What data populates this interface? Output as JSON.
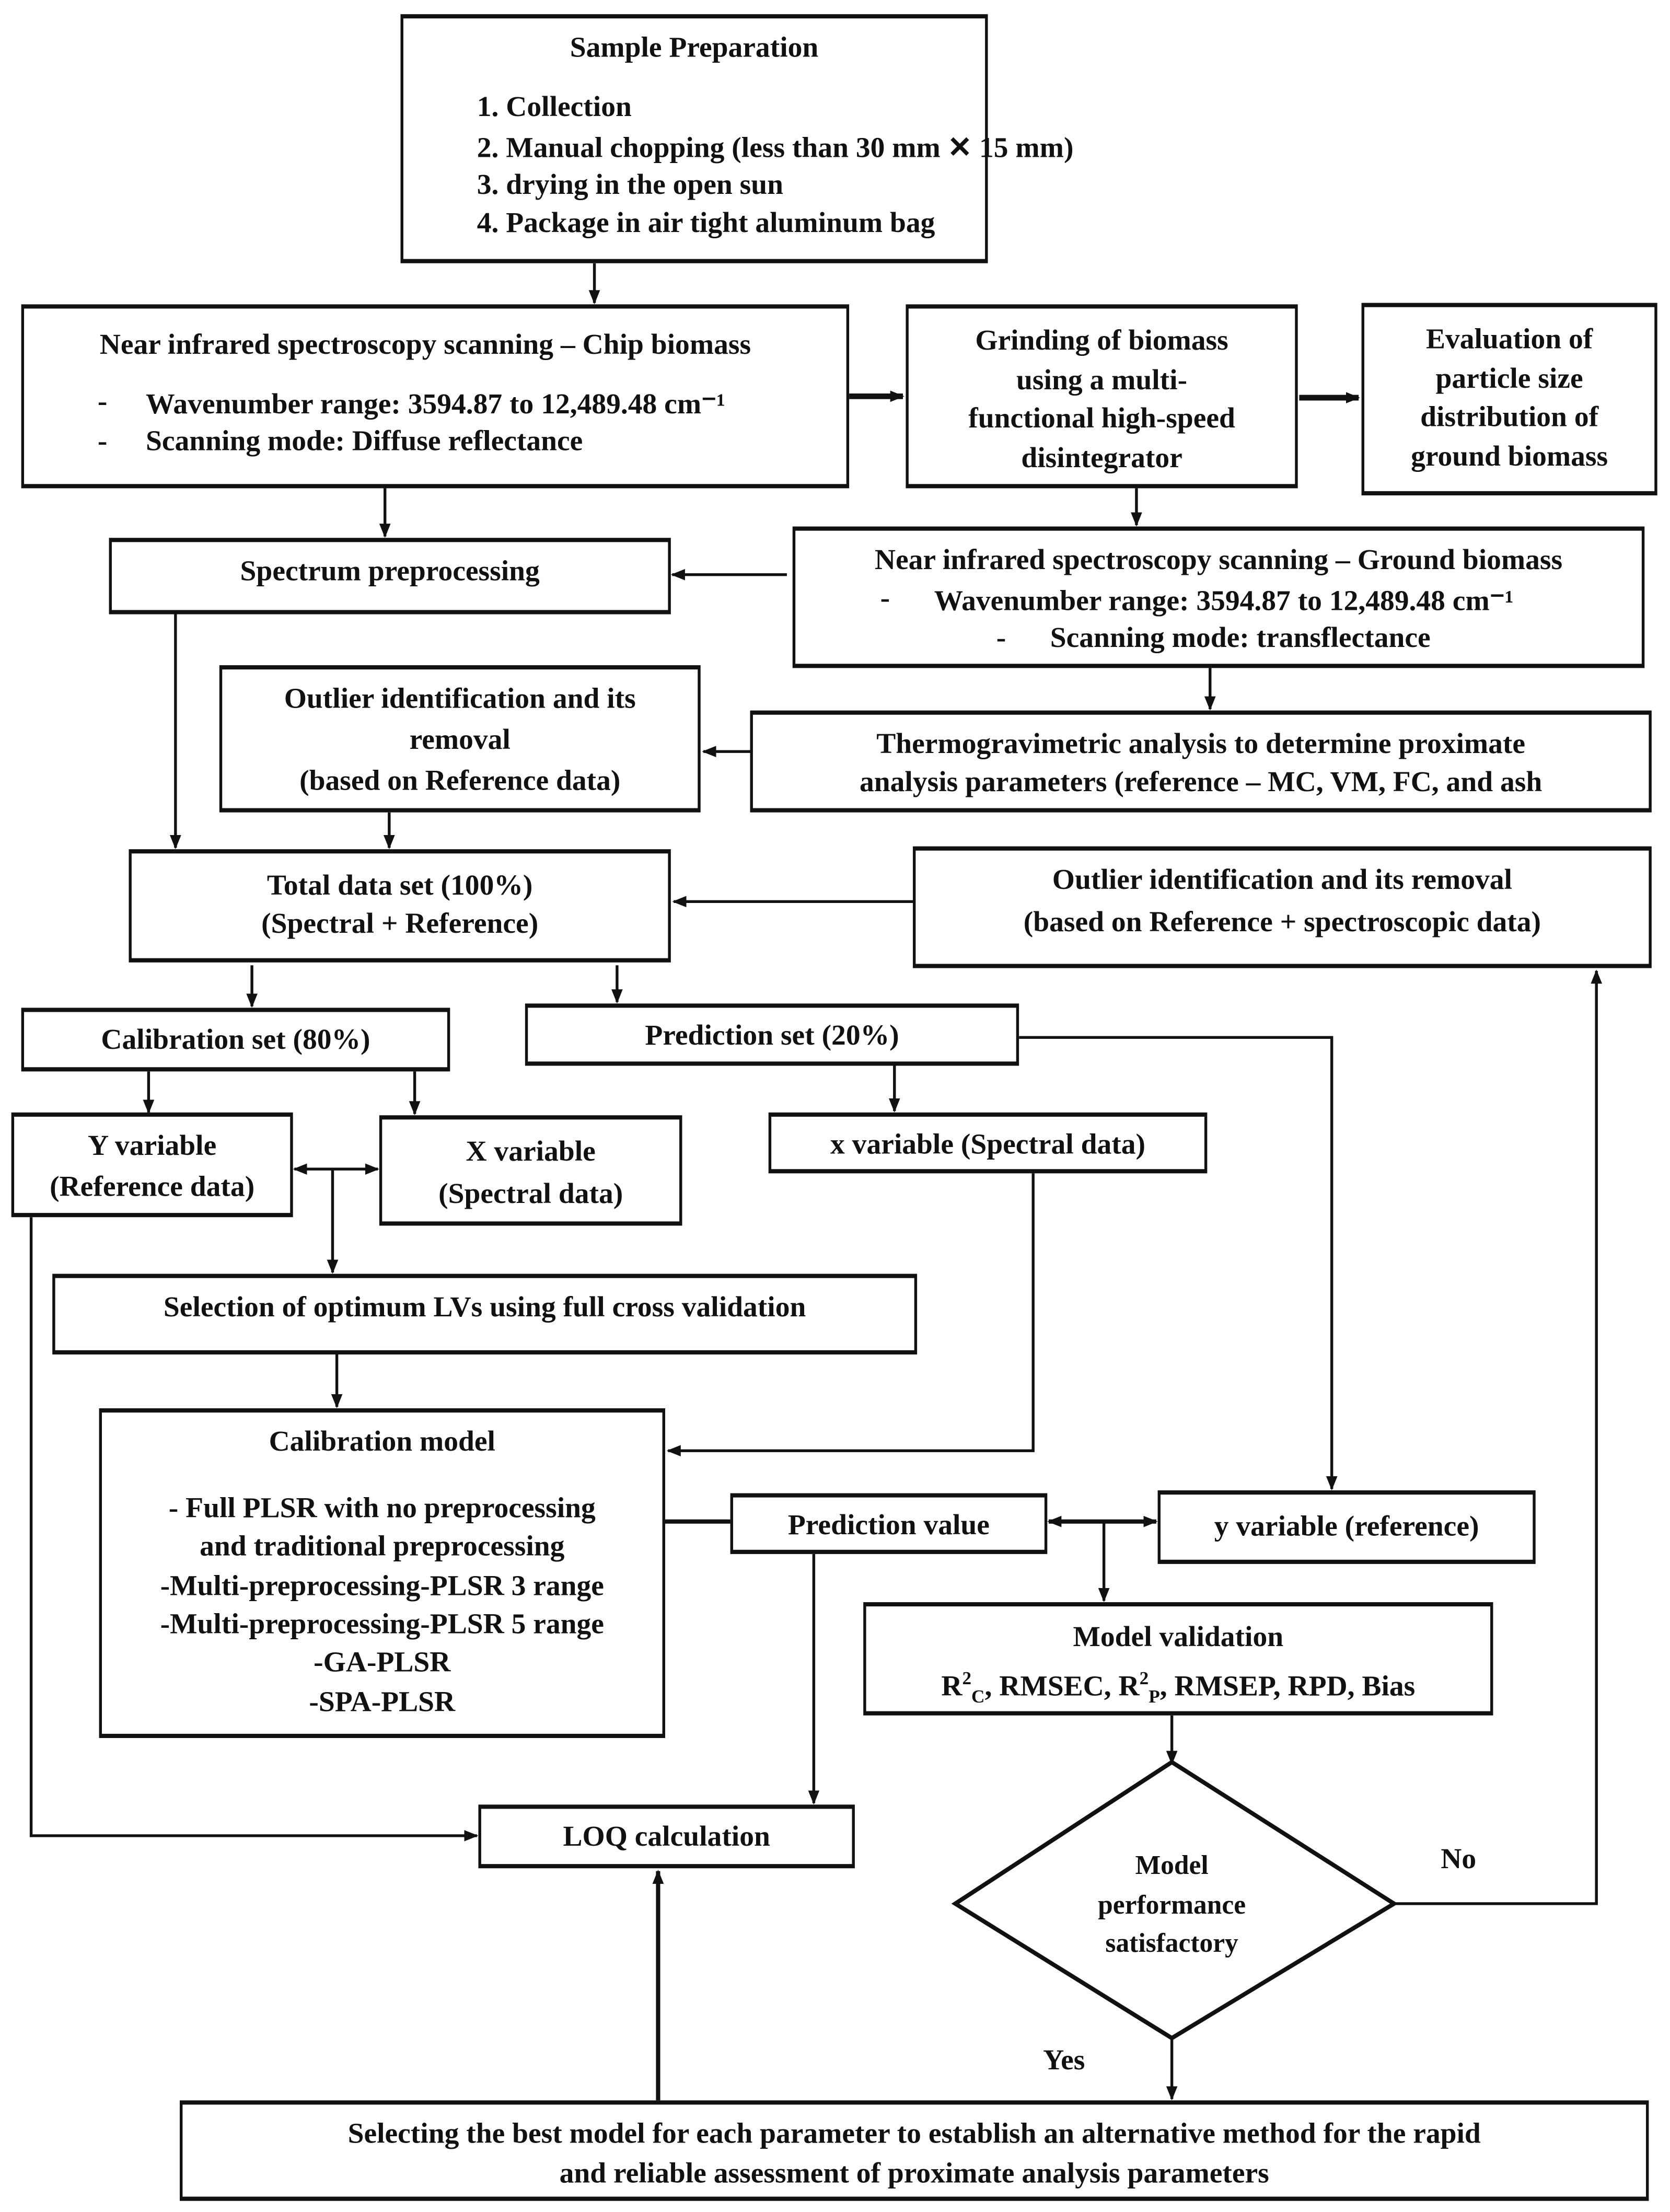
{
  "sample_preparation": {
    "title": "Sample Preparation",
    "steps": [
      "1.  Collection",
      "2.  Manual chopping (less than 30 mm ✕ 15 mm)",
      "3.  drying in the open sun",
      "4.  Package in air tight aluminum bag"
    ]
  },
  "nir_chip": {
    "title": "Near infrared spectroscopy scanning – Chip biomass",
    "bullets": [
      "Wavenumber range: 3594.87 to 12,489.48 cm⁻¹",
      "Scanning mode: Diffuse reflectance"
    ]
  },
  "grinding": {
    "lines": [
      "Grinding of biomass",
      "using a multi-",
      "functional high-speed",
      "disintegrator"
    ]
  },
  "evaluation": {
    "lines": [
      "Evaluation of",
      "particle size",
      "distribution of",
      "ground biomass"
    ]
  },
  "spectrum_preprocessing": "Spectrum preprocessing",
  "nir_ground": {
    "title": "Near infrared spectroscopy scanning – Ground biomass",
    "bullets": [
      "Wavenumber range: 3594.87 to 12,489.48 cm⁻¹",
      "Scanning mode: transflectance"
    ]
  },
  "outlier_reference": {
    "lines": [
      "Outlier identification and its",
      "removal",
      "(based on Reference data)"
    ]
  },
  "thermogravimetric": {
    "lines": [
      "Thermogravimetric analysis to determine proximate",
      "analysis parameters (reference – MC, VM, FC, and ash"
    ]
  },
  "total_data_set": {
    "lines": [
      "Total data set (100%)",
      "(Spectral + Reference)"
    ]
  },
  "outlier_spectroscopic": {
    "lines": [
      "Outlier identification and its removal",
      "(based on Reference + spectroscopic data)"
    ]
  },
  "calibration_set": "Calibration set (80%)",
  "prediction_set": "Prediction set (20%)",
  "y_variable": {
    "lines": [
      "Y variable",
      "(Reference data)"
    ]
  },
  "x_variable": {
    "lines": [
      "X variable",
      "(Spectral data)"
    ]
  },
  "x_variable_spectral": "x variable (Spectral data)",
  "selection_lvs": "Selection of optimum LVs using full cross validation",
  "calibration_model": {
    "title": "Calibration model",
    "lines": [
      "- Full PLSR with no preprocessing",
      "and traditional preprocessing",
      "-Multi-preprocessing-PLSR 3 range",
      "-Multi-preprocessing-PLSR 5 range",
      "-GA-PLSR",
      "-SPA-PLSR"
    ]
  },
  "prediction_value": "Prediction value",
  "y_variable_reference": "y variable (reference)",
  "model_validation": {
    "title": "Model validation",
    "metrics": {
      "r": "R",
      "sup": "2",
      "sub_c": "C",
      "mid": ", RMSEC, R",
      "sub_p": "P",
      "end": ", RMSEP, RPD, Bias"
    }
  },
  "decision": {
    "lines": [
      "Model",
      "performance",
      "satisfactory"
    ],
    "no": "No",
    "yes": "Yes"
  },
  "loq": "LOQ calculation",
  "final": {
    "lines": [
      "Selecting the best model for each parameter to establish an alternative method for the rapid",
      "and reliable assessment of proximate analysis parameters"
    ]
  }
}
